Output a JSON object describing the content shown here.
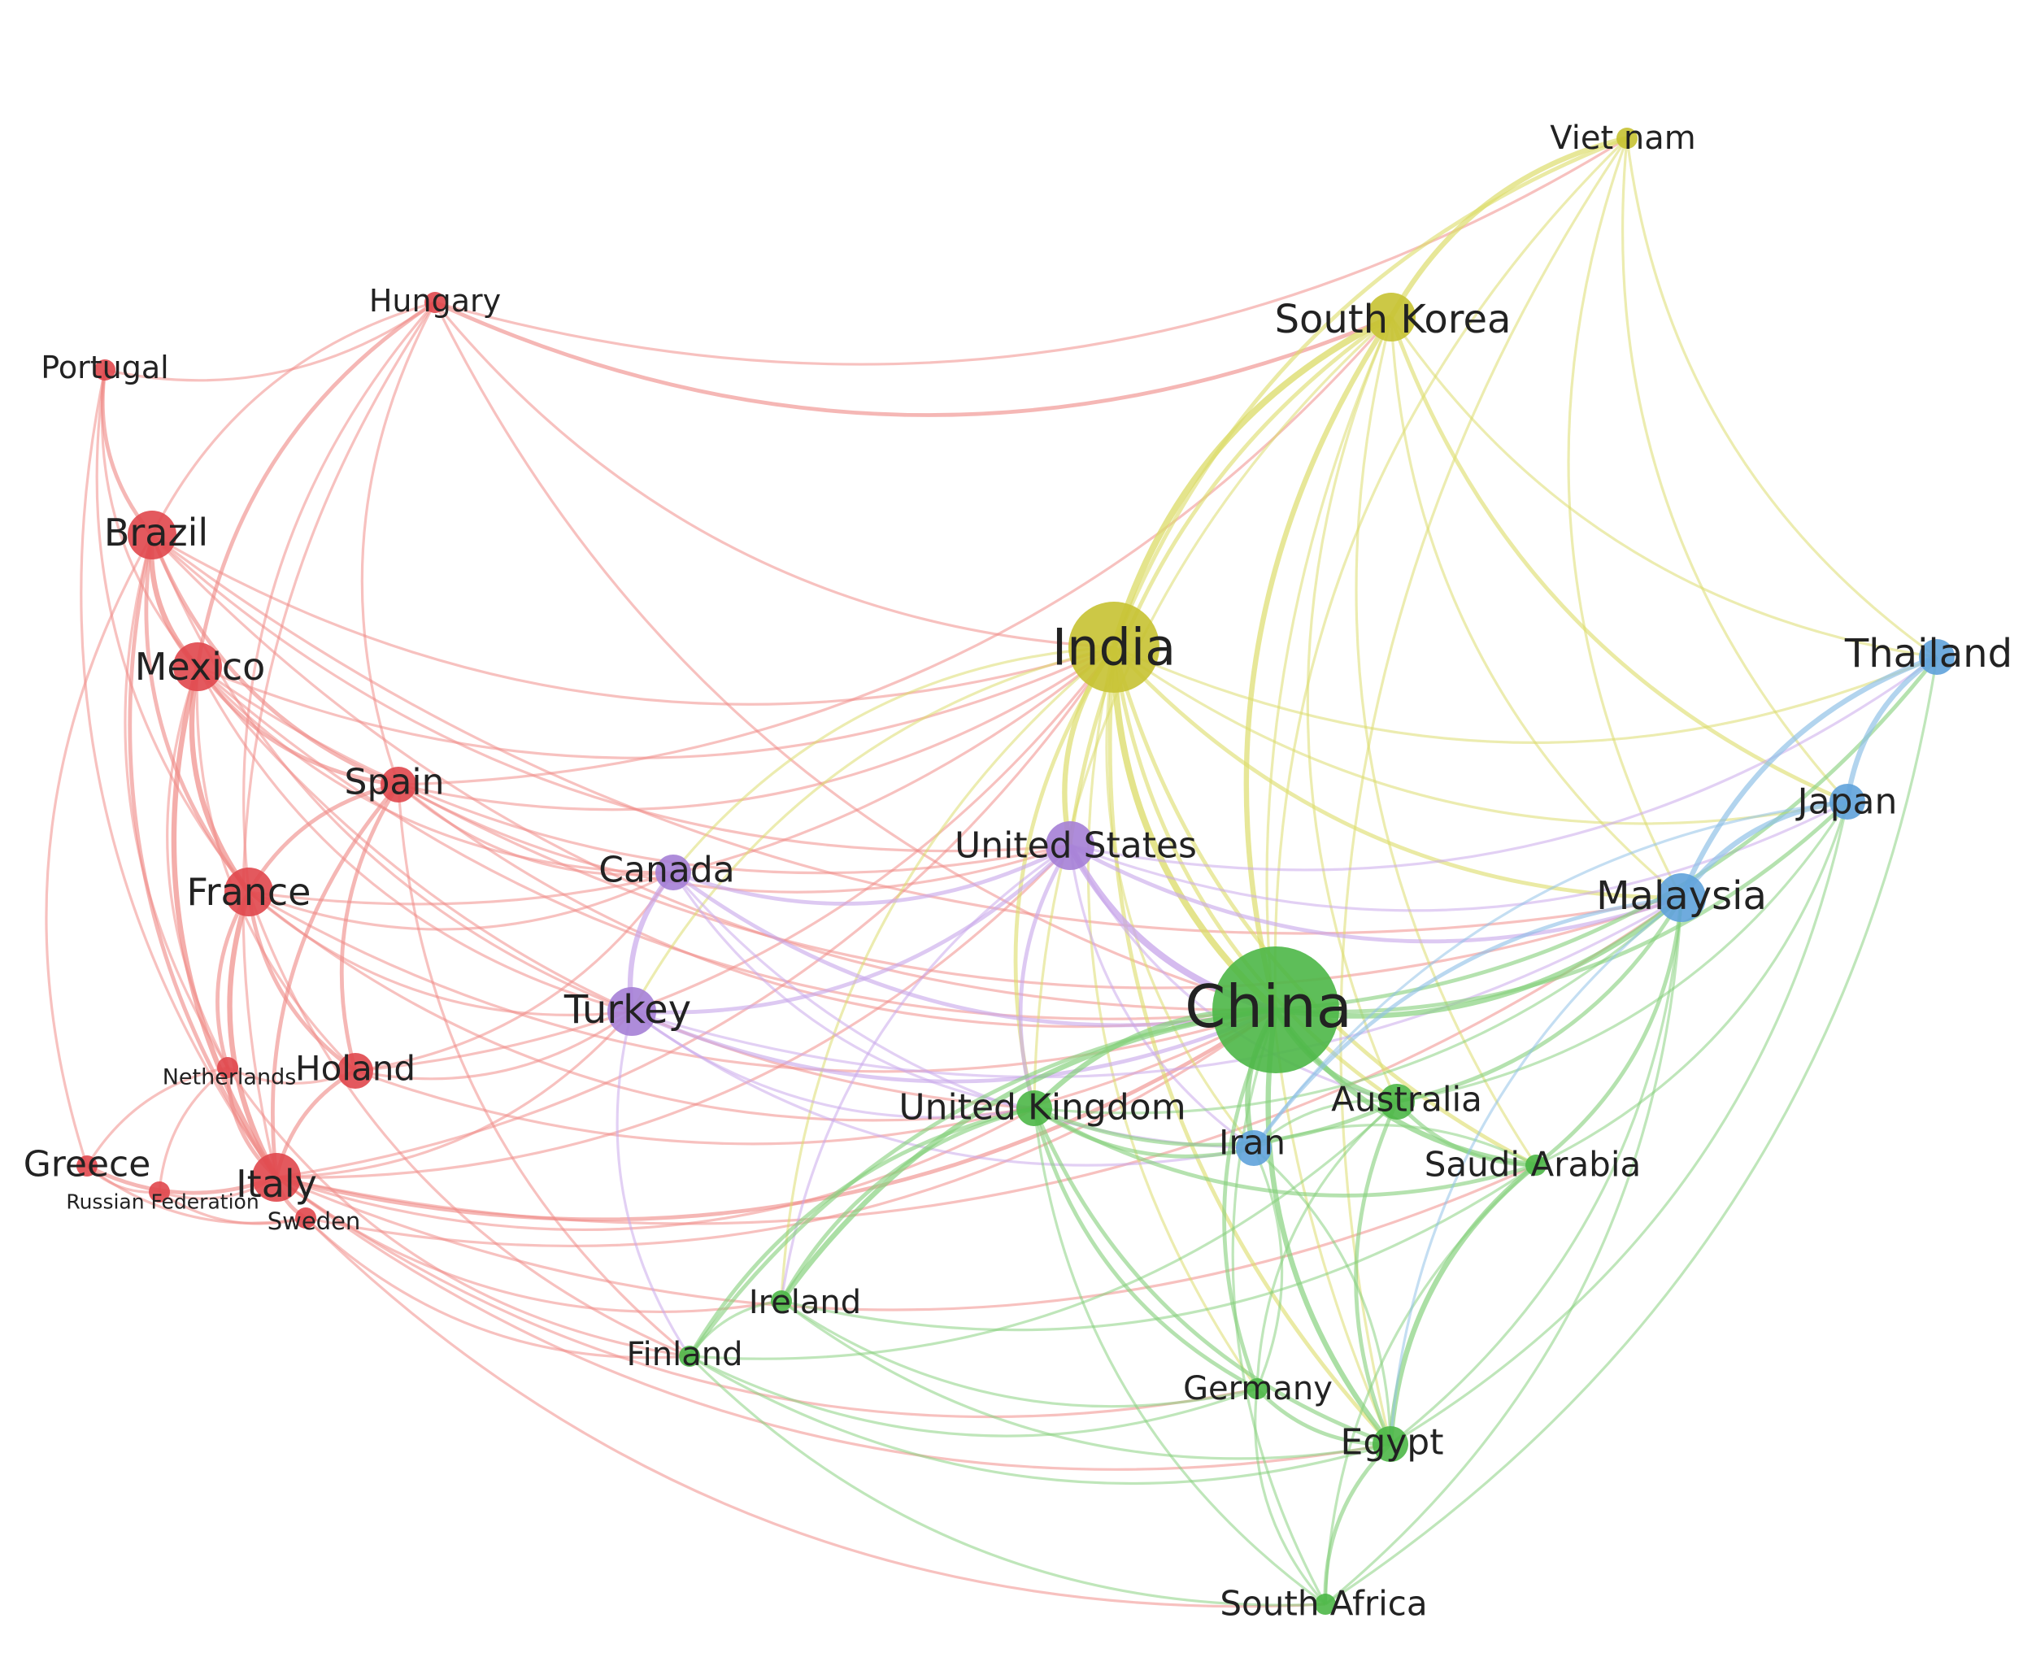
{
  "clusters": {
    "red": {
      "color": "#e0474c",
      "edge": "#ef8a86"
    },
    "yellow": {
      "color": "#c6c232",
      "edge": "#dcdc6a"
    },
    "purple": {
      "color": "#a57fd6",
      "edge": "#c8a6ea"
    },
    "green": {
      "color": "#4cb747",
      "edge": "#86d07c"
    },
    "blue": {
      "color": "#5fa2da",
      "edge": "#8fc0e6"
    }
  },
  "nodes": [
    {
      "id": "portugal",
      "label": "Portugal",
      "cluster": "red",
      "size": 1
    },
    {
      "id": "hungary",
      "label": "Hungary",
      "cluster": "red",
      "size": 1
    },
    {
      "id": "brazil",
      "label": "Brazil",
      "cluster": "red",
      "size": 3
    },
    {
      "id": "mexico",
      "label": "Mexico",
      "cluster": "red",
      "size": 3
    },
    {
      "id": "spain",
      "label": "Spain",
      "cluster": "red",
      "size": 2
    },
    {
      "id": "france",
      "label": "France",
      "cluster": "red",
      "size": 3
    },
    {
      "id": "netherlands",
      "label": "Netherlands",
      "cluster": "red",
      "size": 1
    },
    {
      "id": "holand",
      "label": "Holand",
      "cluster": "red",
      "size": 2
    },
    {
      "id": "greece",
      "label": "Greece",
      "cluster": "red",
      "size": 1
    },
    {
      "id": "russia",
      "label": "Russian Federation",
      "cluster": "red",
      "size": 1
    },
    {
      "id": "italy",
      "label": "Italy",
      "cluster": "red",
      "size": 3
    },
    {
      "id": "sweden",
      "label": "Sweden",
      "cluster": "red",
      "size": 1
    },
    {
      "id": "vietnam",
      "label": "Viet nam",
      "cluster": "yellow",
      "size": 1
    },
    {
      "id": "southkorea",
      "label": "South Korea",
      "cluster": "yellow",
      "size": 3
    },
    {
      "id": "india",
      "label": "India",
      "cluster": "yellow",
      "size": 5
    },
    {
      "id": "canada",
      "label": "Canada",
      "cluster": "purple",
      "size": 2
    },
    {
      "id": "usa",
      "label": "United States",
      "cluster": "purple",
      "size": 3
    },
    {
      "id": "turkey",
      "label": "Turkey",
      "cluster": "purple",
      "size": 3
    },
    {
      "id": "china",
      "label": "China",
      "cluster": "green",
      "size": 7
    },
    {
      "id": "uk",
      "label": "United Kingdom",
      "cluster": "green",
      "size": 2
    },
    {
      "id": "australia",
      "label": "Australia",
      "cluster": "green",
      "size": 2
    },
    {
      "id": "saudi",
      "label": "Saudi Arabia",
      "cluster": "green",
      "size": 1
    },
    {
      "id": "ireland",
      "label": "Ireland",
      "cluster": "green",
      "size": 1
    },
    {
      "id": "finland",
      "label": "Finland",
      "cluster": "green",
      "size": 1
    },
    {
      "id": "germany",
      "label": "Germany",
      "cluster": "green",
      "size": 1
    },
    {
      "id": "egypt",
      "label": "Egypt",
      "cluster": "green",
      "size": 2
    },
    {
      "id": "southafrica",
      "label": "South Africa",
      "cluster": "green",
      "size": 1
    },
    {
      "id": "thailand",
      "label": "Thailand",
      "cluster": "blue",
      "size": 2
    },
    {
      "id": "japan",
      "label": "Japan",
      "cluster": "blue",
      "size": 2
    },
    {
      "id": "malaysia",
      "label": "Malaysia",
      "cluster": "blue",
      "size": 3
    },
    {
      "id": "iran",
      "label": "Iran",
      "cluster": "blue",
      "size": 2
    }
  ],
  "edges": [
    [
      "portugal",
      "hungary",
      1
    ],
    [
      "portugal",
      "brazil",
      2
    ],
    [
      "portugal",
      "mexico",
      1
    ],
    [
      "portugal",
      "france",
      1
    ],
    [
      "portugal",
      "italy",
      1
    ],
    [
      "hungary",
      "brazil",
      1
    ],
    [
      "hungary",
      "mexico",
      2
    ],
    [
      "hungary",
      "spain",
      1
    ],
    [
      "hungary",
      "france",
      1
    ],
    [
      "hungary",
      "italy",
      1
    ],
    [
      "hungary",
      "southkorea",
      2
    ],
    [
      "hungary",
      "vietnam",
      1
    ],
    [
      "hungary",
      "india",
      1
    ],
    [
      "hungary",
      "china",
      1
    ],
    [
      "brazil",
      "mexico",
      3
    ],
    [
      "brazil",
      "france",
      2
    ],
    [
      "brazil",
      "italy",
      2
    ],
    [
      "brazil",
      "spain",
      2
    ],
    [
      "brazil",
      "netherlands",
      1
    ],
    [
      "brazil",
      "greece",
      1
    ],
    [
      "brazil",
      "india",
      1
    ],
    [
      "brazil",
      "china",
      1
    ],
    [
      "brazil",
      "usa",
      1
    ],
    [
      "brazil",
      "turkey",
      1
    ],
    [
      "brazil",
      "malaysia",
      1
    ],
    [
      "mexico",
      "france",
      3
    ],
    [
      "mexico",
      "spain",
      2
    ],
    [
      "mexico",
      "italy",
      3
    ],
    [
      "mexico",
      "netherlands",
      1
    ],
    [
      "mexico",
      "holand",
      1
    ],
    [
      "mexico",
      "india",
      1
    ],
    [
      "mexico",
      "china",
      1
    ],
    [
      "mexico",
      "usa",
      1
    ],
    [
      "mexico",
      "canada",
      1
    ],
    [
      "mexico",
      "turkey",
      1
    ],
    [
      "mexico",
      "uk",
      1
    ],
    [
      "spain",
      "france",
      2
    ],
    [
      "spain",
      "italy",
      2
    ],
    [
      "spain",
      "holand",
      2
    ],
    [
      "spain",
      "india",
      1
    ],
    [
      "spain",
      "china",
      1
    ],
    [
      "spain",
      "canada",
      1
    ],
    [
      "spain",
      "usa",
      1
    ],
    [
      "spain",
      "finland",
      1
    ],
    [
      "spain",
      "malaysia",
      1
    ],
    [
      "spain",
      "southkorea",
      1
    ],
    [
      "france",
      "italy",
      3
    ],
    [
      "france",
      "netherlands",
      2
    ],
    [
      "france",
      "holand",
      2
    ],
    [
      "france",
      "india",
      1
    ],
    [
      "france",
      "china",
      1
    ],
    [
      "france",
      "canada",
      1
    ],
    [
      "france",
      "turkey",
      1
    ],
    [
      "france",
      "uk",
      1
    ],
    [
      "france",
      "finland",
      1
    ],
    [
      "netherlands",
      "italy",
      2
    ],
    [
      "netherlands",
      "holand",
      1
    ],
    [
      "netherlands",
      "greece",
      1
    ],
    [
      "netherlands",
      "russia",
      1
    ],
    [
      "netherlands",
      "finland",
      1
    ],
    [
      "holand",
      "italy",
      2
    ],
    [
      "holand",
      "china",
      1
    ],
    [
      "holand",
      "turkey",
      1
    ],
    [
      "holand",
      "india",
      1
    ],
    [
      "holand",
      "canada",
      1
    ],
    [
      "greece",
      "italy",
      2
    ],
    [
      "greece",
      "russia",
      1
    ],
    [
      "greece",
      "sweden",
      1
    ],
    [
      "russia",
      "italy",
      1
    ],
    [
      "russia",
      "sweden",
      1
    ],
    [
      "italy",
      "sweden",
      2
    ],
    [
      "italy",
      "china",
      2
    ],
    [
      "italy",
      "india",
      1
    ],
    [
      "italy",
      "uk",
      1
    ],
    [
      "italy",
      "turkey",
      1
    ],
    [
      "italy",
      "usa",
      1
    ],
    [
      "italy",
      "egypt",
      1
    ],
    [
      "italy",
      "germany",
      1
    ],
    [
      "italy",
      "ireland",
      1
    ],
    [
      "italy",
      "malaysia",
      1
    ],
    [
      "italy",
      "saudi",
      1
    ],
    [
      "sweden",
      "china",
      1
    ],
    [
      "sweden",
      "finland",
      1
    ],
    [
      "sweden",
      "southafrica",
      1
    ],
    [
      "vietnam",
      "southkorea",
      3
    ],
    [
      "vietnam",
      "india",
      2
    ],
    [
      "vietnam",
      "china",
      1
    ],
    [
      "vietnam",
      "malaysia",
      1
    ],
    [
      "vietnam",
      "japan",
      1
    ],
    [
      "vietnam",
      "thailand",
      1
    ],
    [
      "vietnam",
      "egypt",
      1
    ],
    [
      "southkorea",
      "india",
      4
    ],
    [
      "southkorea",
      "china",
      3
    ],
    [
      "southkorea",
      "usa",
      2
    ],
    [
      "southkorea",
      "malaysia",
      1
    ],
    [
      "southkorea",
      "japan",
      2
    ],
    [
      "southkorea",
      "thailand",
      1
    ],
    [
      "southkorea",
      "australia",
      1
    ],
    [
      "southkorea",
      "saudi",
      1
    ],
    [
      "southkorea",
      "egypt",
      1
    ],
    [
      "southkorea",
      "uk",
      1
    ],
    [
      "india",
      "china",
      4
    ],
    [
      "india",
      "usa",
      3
    ],
    [
      "india",
      "malaysia",
      2
    ],
    [
      "india",
      "uk",
      2
    ],
    [
      "india",
      "australia",
      2
    ],
    [
      "india",
      "saudi",
      2
    ],
    [
      "india",
      "egypt",
      2
    ],
    [
      "india",
      "iran",
      1
    ],
    [
      "india",
      "canada",
      1
    ],
    [
      "india",
      "turkey",
      1
    ],
    [
      "india",
      "ireland",
      1
    ],
    [
      "india",
      "thailand",
      1
    ],
    [
      "india",
      "japan",
      1
    ],
    [
      "india",
      "germany",
      1
    ],
    [
      "canada",
      "usa",
      2
    ],
    [
      "canada",
      "turkey",
      3
    ],
    [
      "canada",
      "china",
      2
    ],
    [
      "canada",
      "uk",
      1
    ],
    [
      "canada",
      "iran",
      1
    ],
    [
      "turkey",
      "usa",
      2
    ],
    [
      "turkey",
      "china",
      2
    ],
    [
      "turkey",
      "uk",
      1
    ],
    [
      "turkey",
      "iran",
      1
    ],
    [
      "turkey",
      "malaysia",
      1
    ],
    [
      "turkey",
      "finland",
      1
    ],
    [
      "usa",
      "china",
      4
    ],
    [
      "usa",
      "uk",
      2
    ],
    [
      "usa",
      "malaysia",
      2
    ],
    [
      "usa",
      "japan",
      1
    ],
    [
      "usa",
      "thailand",
      1
    ],
    [
      "usa",
      "australia",
      1
    ],
    [
      "usa",
      "iran",
      1
    ],
    [
      "usa",
      "ireland",
      1
    ],
    [
      "china",
      "uk",
      3
    ],
    [
      "china",
      "malaysia",
      3
    ],
    [
      "china",
      "australia",
      3
    ],
    [
      "china",
      "iran",
      3
    ],
    [
      "china",
      "saudi",
      3
    ],
    [
      "china",
      "egypt",
      3
    ],
    [
      "china",
      "japan",
      2
    ],
    [
      "china",
      "thailand",
      2
    ],
    [
      "china",
      "ireland",
      3
    ],
    [
      "china",
      "finland",
      2
    ],
    [
      "china",
      "germany",
      2
    ],
    [
      "china",
      "southafrica",
      1
    ],
    [
      "uk",
      "australia",
      2
    ],
    [
      "uk",
      "iran",
      2
    ],
    [
      "uk",
      "saudi",
      2
    ],
    [
      "uk",
      "egypt",
      2
    ],
    [
      "uk",
      "ireland",
      2
    ],
    [
      "uk",
      "finland",
      2
    ],
    [
      "uk",
      "germany",
      2
    ],
    [
      "uk",
      "malaysia",
      1
    ],
    [
      "uk",
      "southafrica",
      1
    ],
    [
      "australia",
      "saudi",
      2
    ],
    [
      "australia",
      "egypt",
      2
    ],
    [
      "australia",
      "malaysia",
      2
    ],
    [
      "australia",
      "iran",
      1
    ],
    [
      "australia",
      "japan",
      1
    ],
    [
      "australia",
      "germany",
      1
    ],
    [
      "saudi",
      "egypt",
      3
    ],
    [
      "saudi",
      "malaysia",
      2
    ],
    [
      "saudi",
      "iran",
      1
    ],
    [
      "saudi",
      "japan",
      1
    ],
    [
      "saudi",
      "southafrica",
      1
    ],
    [
      "ireland",
      "finland",
      1
    ],
    [
      "ireland",
      "egypt",
      1
    ],
    [
      "ireland",
      "germany",
      1
    ],
    [
      "ireland",
      "saudi",
      1
    ],
    [
      "finland",
      "germany",
      1
    ],
    [
      "finland",
      "egypt",
      1
    ],
    [
      "finland",
      "southafrica",
      1
    ],
    [
      "finland",
      "australia",
      1
    ],
    [
      "germany",
      "egypt",
      2
    ],
    [
      "germany",
      "southafrica",
      1
    ],
    [
      "germany",
      "iran",
      1
    ],
    [
      "egypt",
      "southafrica",
      2
    ],
    [
      "egypt",
      "malaysia",
      1
    ],
    [
      "egypt",
      "iran",
      1
    ],
    [
      "egypt",
      "japan",
      1
    ],
    [
      "southafrica",
      "malaysia",
      1
    ],
    [
      "southafrica",
      "thailand",
      1
    ],
    [
      "thailand",
      "japan",
      3
    ],
    [
      "thailand",
      "malaysia",
      3
    ],
    [
      "japan",
      "malaysia",
      3
    ],
    [
      "japan",
      "iran",
      1
    ],
    [
      "malaysia",
      "iran",
      2
    ],
    [
      "malaysia",
      "egypt",
      1
    ]
  ]
}
